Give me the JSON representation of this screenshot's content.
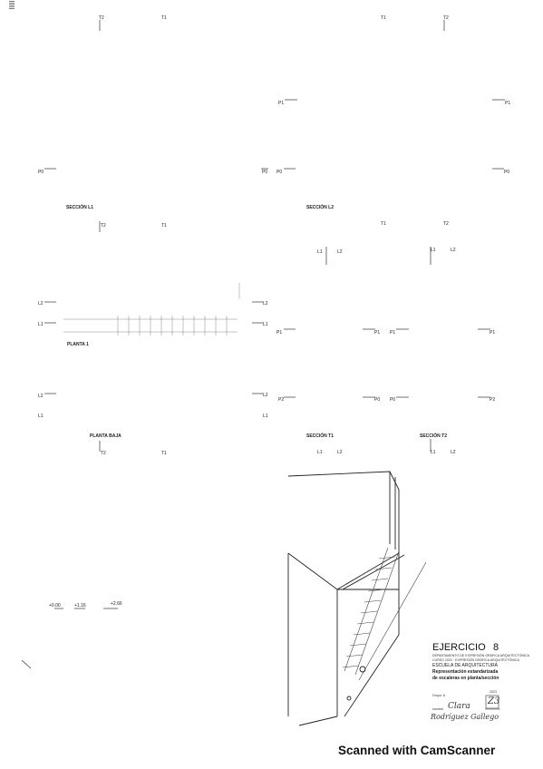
{
  "labels": {
    "t2": "T2",
    "t1": "T1",
    "p1": "P1",
    "p0": "P0",
    "l1": "L1",
    "l2": "L2",
    "pi": "P1",
    "p2": "P2"
  },
  "titles": {
    "seccion_l1": "SECCIÓN L1",
    "seccion_l2": "SECCIÓN L2",
    "planta_1": "PLANTA 1",
    "planta_baja": "PLANTA BAJA",
    "seccion_t1": "SECCIÓN T1",
    "seccion_t2": "SECCIÓN T2"
  },
  "levels": {
    "a": "+0.00",
    "b": "+1.16",
    "c": "+2.66"
  },
  "title_block": {
    "heading": "EJERCICIO",
    "number": "8",
    "small_1": "DEPARTAMENTO DE EXPRESIÓN GRÁFICA ARQUITECTÓNICA",
    "small_2": "CURSO 2022 · EXPRESIÓN GRÁFICA ARQUITECTÓNICA",
    "school": "ESCUELA DE ARQUITECTURA",
    "subject_1": "Representación estandarizada",
    "subject_2": "de escaleras en planta/sección",
    "group_label": "Grupo: 6",
    "group_value": "2023",
    "name_label": "nombre",
    "student_name": "Clara",
    "student_surname": "Rodríguez Gallego",
    "grade": "Z3"
  },
  "footer": "Scanned with CamScanner"
}
